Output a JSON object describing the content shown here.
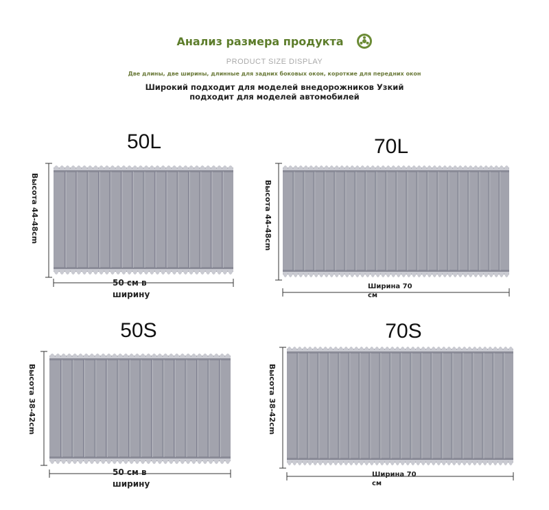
{
  "header": {
    "title": "Анализ размера продукта",
    "subtitle_en": "PRODUCT SIZE DISPLAY",
    "note": "Две длины, две ширины, длинные для задних боковых окон, короткие для передних окон",
    "description_line1": "Широкий подходит для моделей внедорожников Узкий",
    "description_line2": "подходит для моделей автомобилей"
  },
  "panels": [
    {
      "model": "50L",
      "height_label": "Высота 44-48cm",
      "width_line1": "50 см в",
      "width_line2": "ширину"
    },
    {
      "model": "70L",
      "height_label": "Высота 44-48cm",
      "width_line1": "Ширина 70",
      "width_line2": "см"
    },
    {
      "model": "50S",
      "height_label": "Высота 38-42cm",
      "width_line1": "50 см в",
      "width_line2": "ширину"
    },
    {
      "model": "70S",
      "height_label": "Высота 38-42cm",
      "width_line1": "Ширина 70",
      "width_line2": "см"
    }
  ],
  "colors": {
    "title": "#5d7d2b",
    "shade": "#9a9ba6",
    "pleat_line": "#7f8090",
    "rail": "#8a8b97"
  }
}
